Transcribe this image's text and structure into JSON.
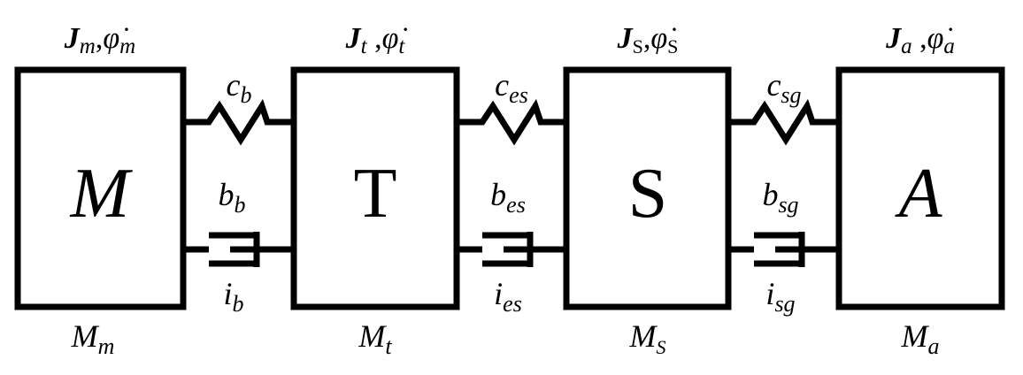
{
  "masses": [
    {
      "label": "M",
      "top_label": {
        "J": "J",
        "J_sub": "m",
        "phi": "φ̇",
        "phi_sub": "m"
      },
      "bottom_label": {
        "main": "M",
        "sub": "m"
      }
    },
    {
      "label": "T",
      "top_label": {
        "J": "J",
        "J_sub": "t",
        "phi": "φ̇",
        "phi_sub": "t"
      },
      "bottom_label": {
        "main": "M",
        "sub": "t"
      }
    },
    {
      "label": "S",
      "top_label": {
        "J": "J",
        "J_sub": "S",
        "phi": "φ̇",
        "phi_sub": "S"
      },
      "bottom_label": {
        "main": "M",
        "sub": "S"
      }
    },
    {
      "label": "A",
      "top_label": {
        "J": "J",
        "J_sub": "a",
        "phi": "φ̇",
        "phi_sub": "a"
      },
      "bottom_label": {
        "main": "M",
        "sub": "a"
      }
    }
  ],
  "links": [
    {
      "spring": {
        "main": "c",
        "sub": "b"
      },
      "damper": {
        "main": "b",
        "sub": "b"
      },
      "ratio": {
        "main": "i",
        "sub": "b"
      }
    },
    {
      "spring": {
        "main": "c",
        "sub": "es"
      },
      "damper": {
        "main": "b",
        "sub": "es"
      },
      "ratio": {
        "main": "i",
        "sub": "es"
      }
    },
    {
      "spring": {
        "main": "c",
        "sub": "sg"
      },
      "damper": {
        "main": "b",
        "sub": "sg"
      },
      "ratio": {
        "main": "i",
        "sub": "sg"
      }
    }
  ]
}
